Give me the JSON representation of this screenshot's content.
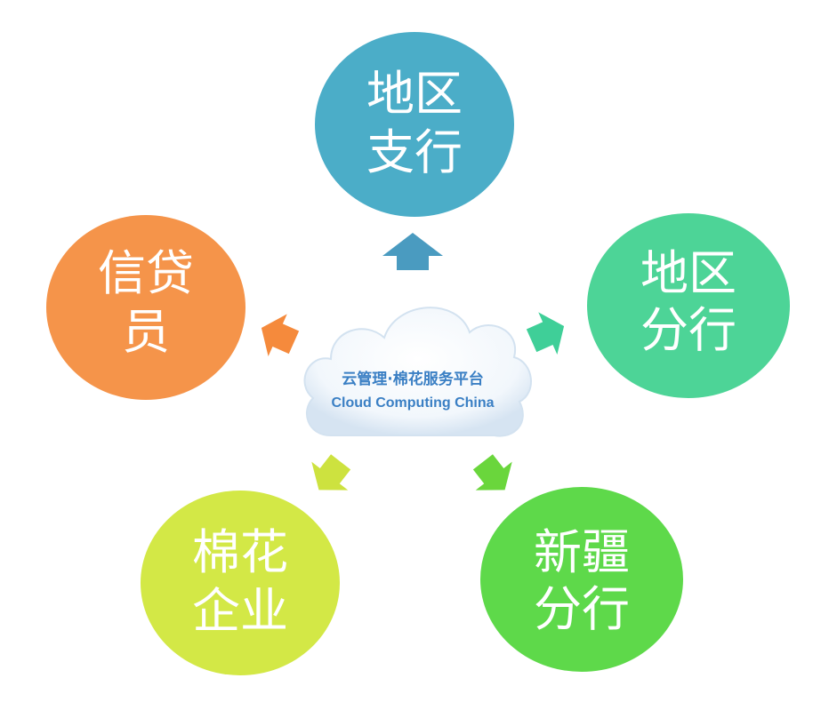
{
  "center": {
    "title": "云管理·棉花服务平台",
    "subtitle": "Cloud Computing China"
  },
  "nodes": [
    {
      "id": "regional-branch",
      "lines": [
        "地区",
        "支行"
      ],
      "color": "#4badc8",
      "arrow_color": "#4a9bc0"
    },
    {
      "id": "prefecture-branch",
      "lines": [
        "地区",
        "分行"
      ],
      "color": "#4dd497",
      "arrow_color": "#3fcf98"
    },
    {
      "id": "xinjiang-branch",
      "lines": [
        "新疆",
        "分行"
      ],
      "color": "#5ed94a",
      "arrow_color": "#6ad63c"
    },
    {
      "id": "cotton-enterprise",
      "lines": [
        "棉花",
        "企业"
      ],
      "color": "#d3e846",
      "arrow_color": "#cde23f"
    },
    {
      "id": "loan-officer",
      "lines": [
        "信贷",
        "员"
      ],
      "color": "#f5944a",
      "arrow_color": "#f58a3c"
    }
  ]
}
